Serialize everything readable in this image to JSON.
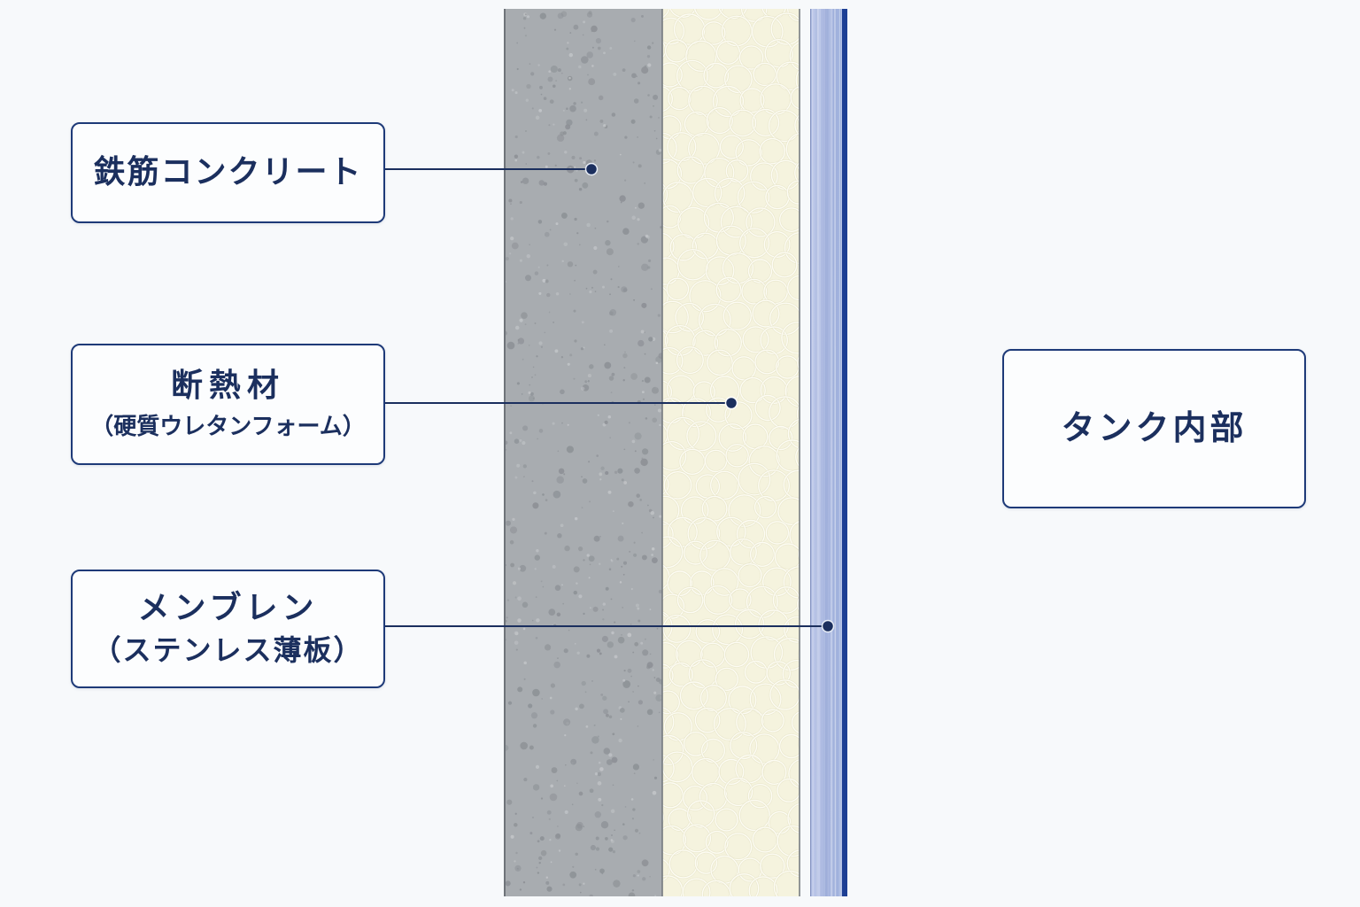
{
  "labels": {
    "concrete": {
      "title": "鉄筋コンクリート"
    },
    "insulation": {
      "title": "断熱材",
      "subtitle": "（硬質ウレタンフォーム）"
    },
    "membrane": {
      "title": "メンブレン",
      "subtitle": "（ステンレス薄板）"
    },
    "tank_interior": {
      "title": "タンク内部"
    }
  },
  "colors": {
    "navy": "#1b2f5e",
    "concrete": "#a8acb0",
    "foam": "#f5f3de",
    "membrane_light": "#bdc8e9",
    "membrane_dark": "#9cafdc",
    "membrane_edge": "#1d3f94",
    "layer_border": "#6f747a"
  }
}
